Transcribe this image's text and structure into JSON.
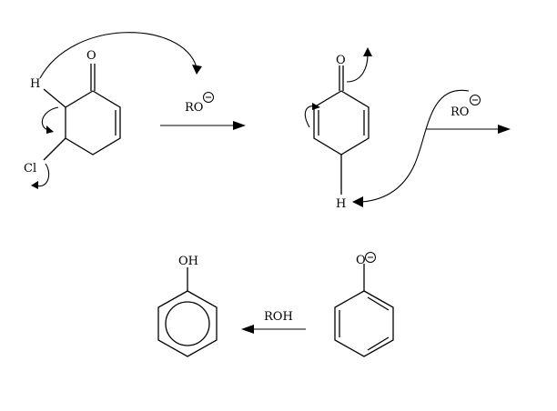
{
  "reagents": {
    "step1": "RO",
    "step2": "RO",
    "step3": "ROH"
  },
  "atoms": {
    "m1_oxygen": "O",
    "m1_hydrogen": "H",
    "m1_chlorine": "Cl",
    "m2_oxygen": "O",
    "m2_hydrogen": "H",
    "m3_oxygen": "O",
    "m4_hydroxyl": "OH"
  },
  "charges": {
    "ro_step1": "negative",
    "ro_step2": "negative",
    "phenoxide": "negative"
  }
}
